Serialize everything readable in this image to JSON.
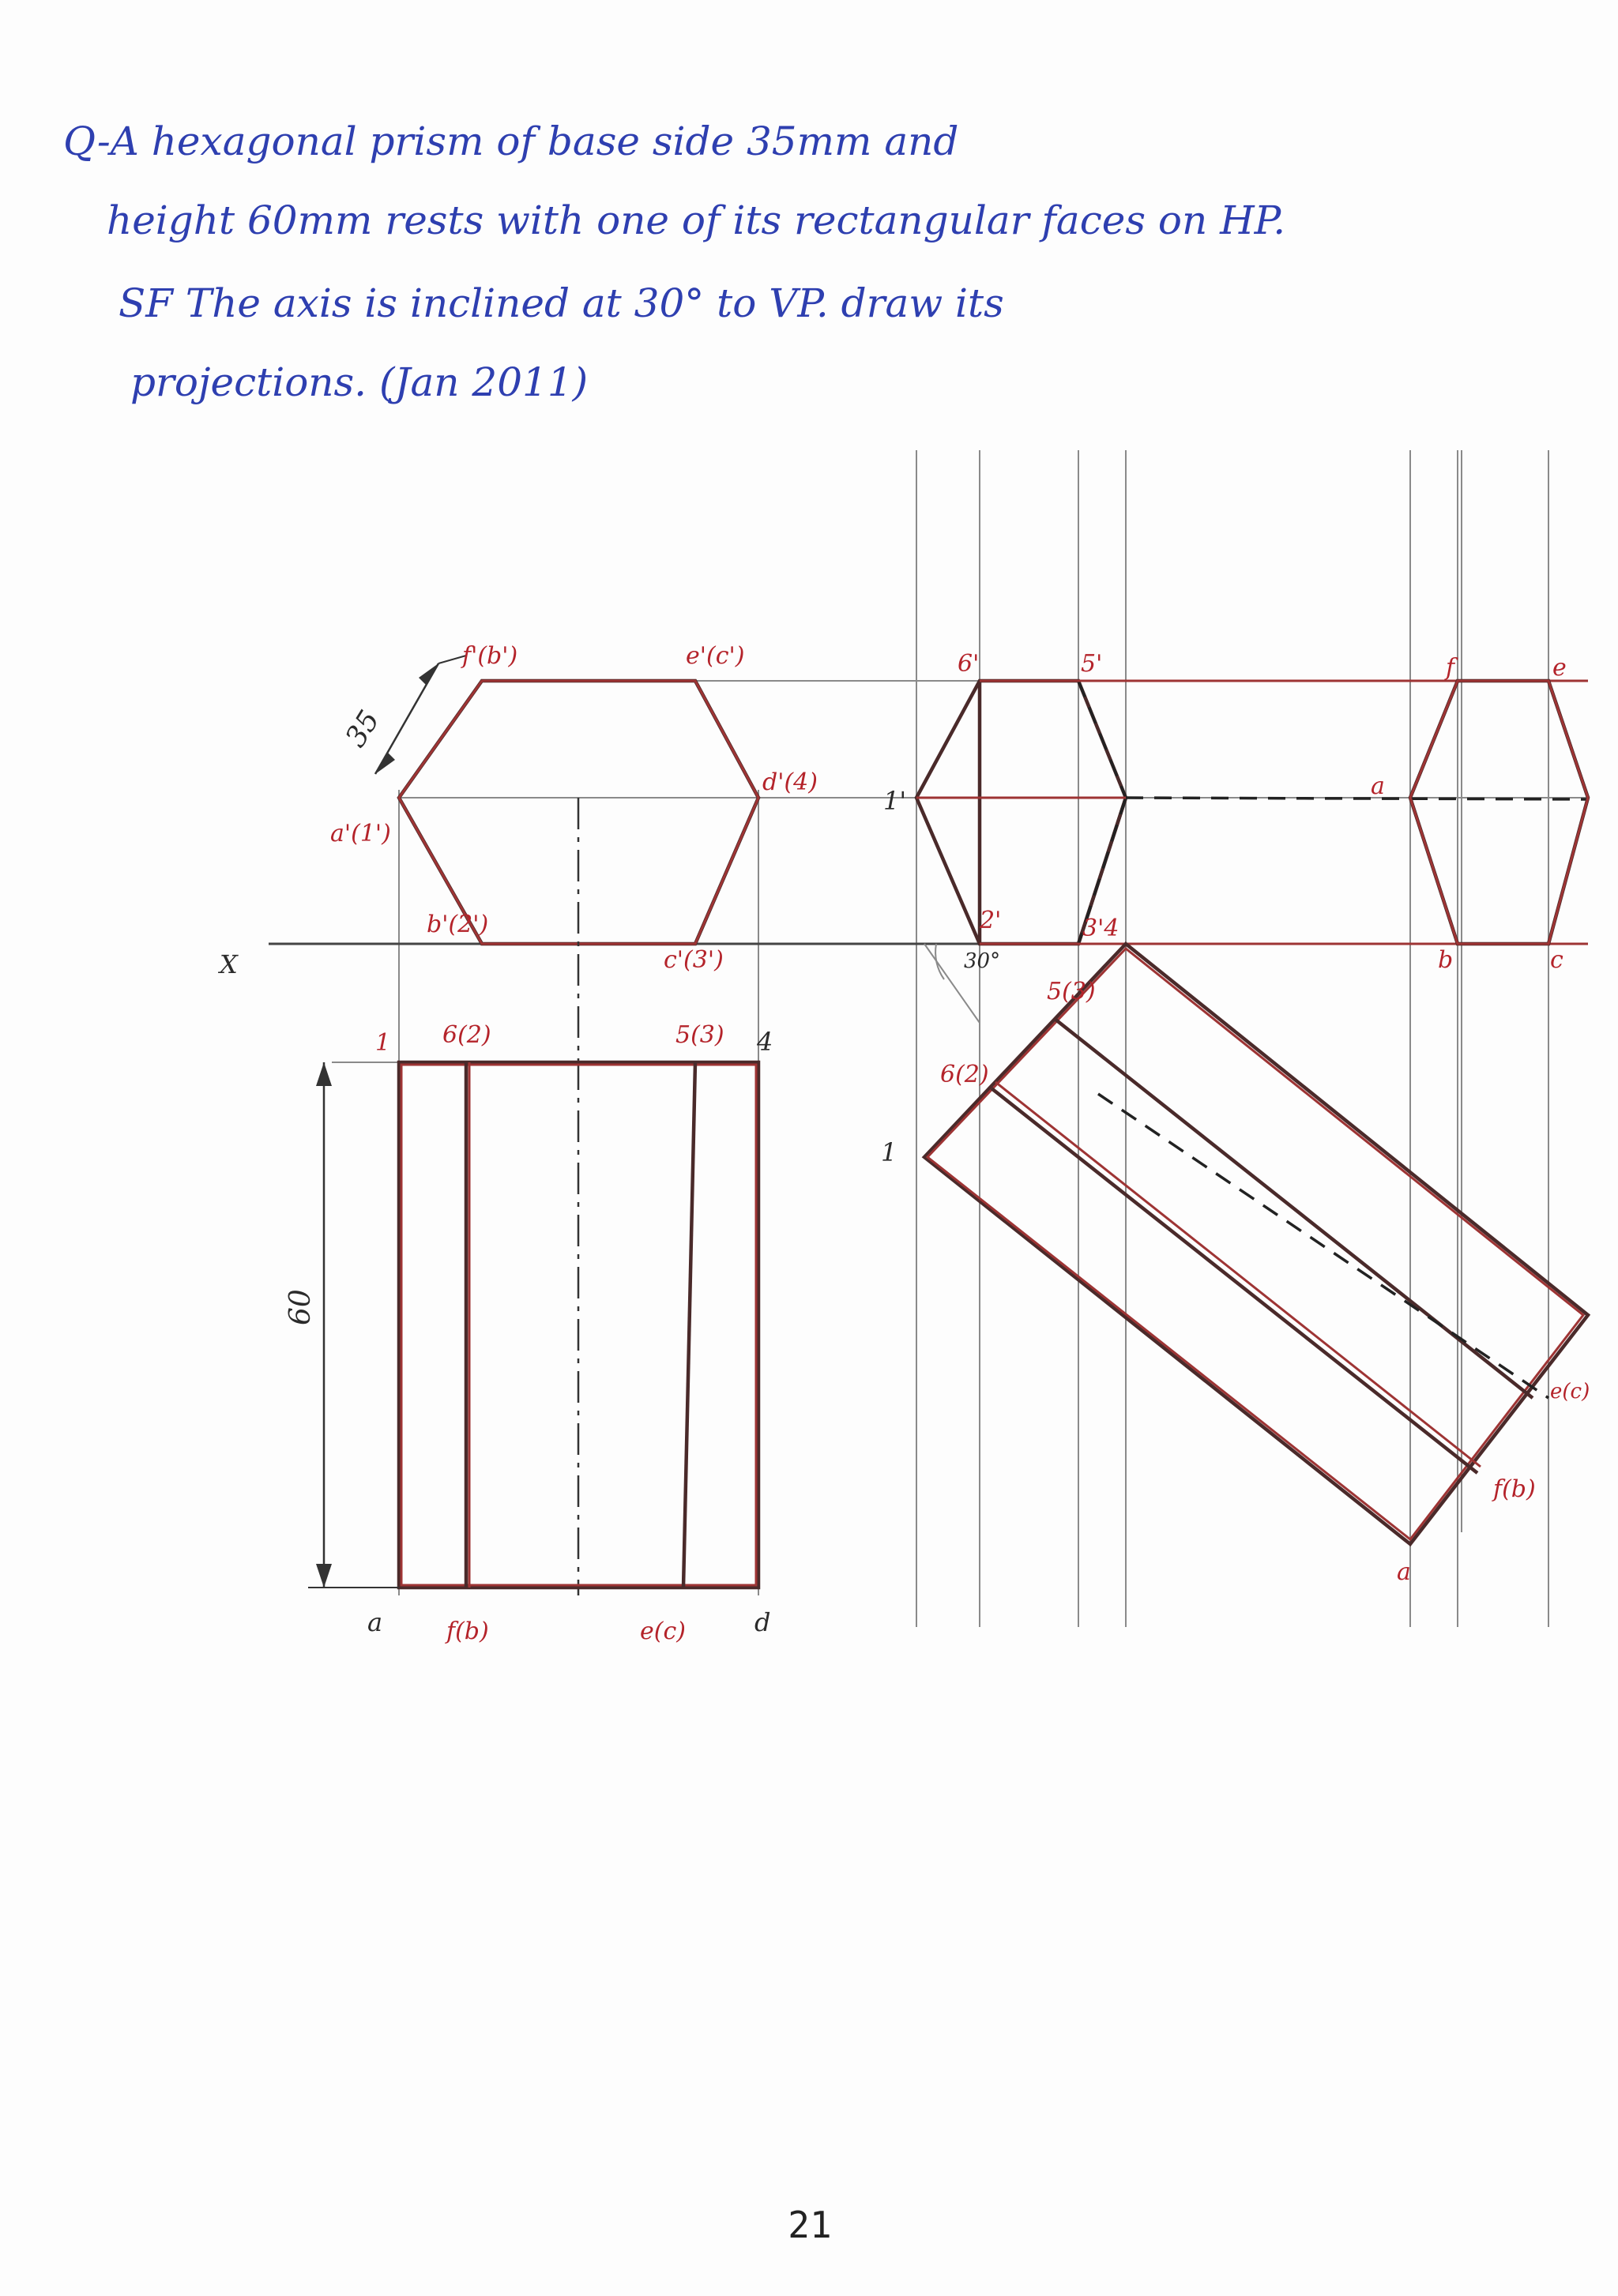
{
  "problem": {
    "line1": "Q-A hexagonal prism of base side 35mm and",
    "line2": "height 60mm rests with one of its rectangular faces on HP.",
    "line3": "SF  The axis is inclined at 30° to VP. draw its",
    "line4": "projections. (Jan 2011)"
  },
  "labels": {
    "front_view": {
      "f1": "f'(b')",
      "e1": "e'(c')",
      "a1": "a'(1')",
      "d1": "d'(4)",
      "b1": "b'(2')",
      "c1": "c'(3')",
      "dim35": "35",
      "x": "X"
    },
    "top_view": {
      "p1": "1",
      "p2": "6(2)",
      "p5": "5(3)",
      "p4": "4",
      "a": "a",
      "fb": "f(b)",
      "ec": "e(c)",
      "d": "d",
      "dim60": "60"
    },
    "inclined_top": {
      "p6": "6'",
      "p5": "5'",
      "p1": "1'",
      "p2": "2'",
      "p34": "3'4",
      "angle": "30°",
      "p53": "5(3)",
      "p62": "6(2)",
      "p1b": "1"
    },
    "final_view": {
      "f": "f",
      "e": "e",
      "a": "a",
      "b": "b",
      "c": "c",
      "ec": "e(c)",
      "fb": "f(b)",
      "a2": "a"
    }
  },
  "page_number": "21",
  "colors": {
    "ink": "#2e3fb0",
    "object_line": "#4a2a2a",
    "red_label": "#b4232a",
    "construction": "#8a8a8a"
  }
}
